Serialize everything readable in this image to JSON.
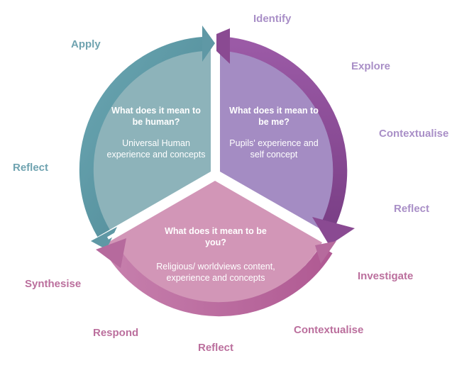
{
  "segments": {
    "human": {
      "question": "What does it mean to be human?",
      "description": "Universal Human experience and concepts",
      "color": "#8db3ba"
    },
    "me": {
      "question": "What does it mean to be me?",
      "description": "Pupils' experience and self concept",
      "color": "#a48cc3"
    },
    "you": {
      "question": "What does it mean to be you?",
      "description": "Religious/ worldviews content, experience and concepts",
      "color": "#d296b7"
    }
  },
  "arrows": {
    "teal": "#5f98a5",
    "purple": "#8a4a92",
    "pink": "#b66a9d"
  },
  "labels": {
    "teal": [
      "Apply",
      "Reflect"
    ],
    "purple": [
      "Identify",
      "Explore",
      "Contextualise",
      "Reflect"
    ],
    "pink": [
      "Investigate",
      "Contextualise",
      "Reflect",
      "Respond",
      "Synthesise"
    ]
  }
}
